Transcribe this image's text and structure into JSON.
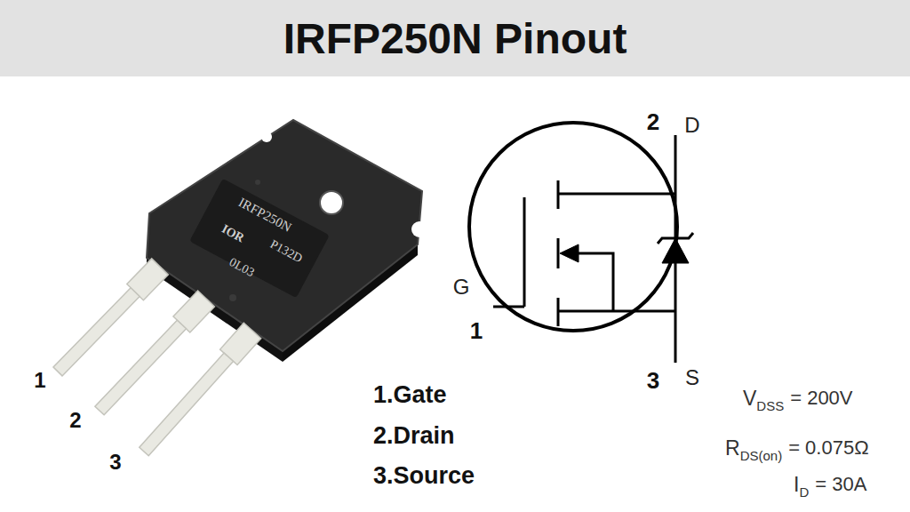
{
  "diagram": {
    "title": "IRFP250N Pinout",
    "labels": [
      "IRFP250N",
      "IOR",
      "P132D",
      "0L03",
      "1",
      "2",
      "3",
      "1.Gate",
      "2.Drain",
      "3.Source",
      "2",
      "D",
      "G",
      "1",
      "3",
      "S",
      "V",
      "DSS",
      "= 200V",
      "R",
      "DS(on)",
      "= 0.075Ω",
      "I",
      "D",
      "= 30A"
    ]
  }
}
